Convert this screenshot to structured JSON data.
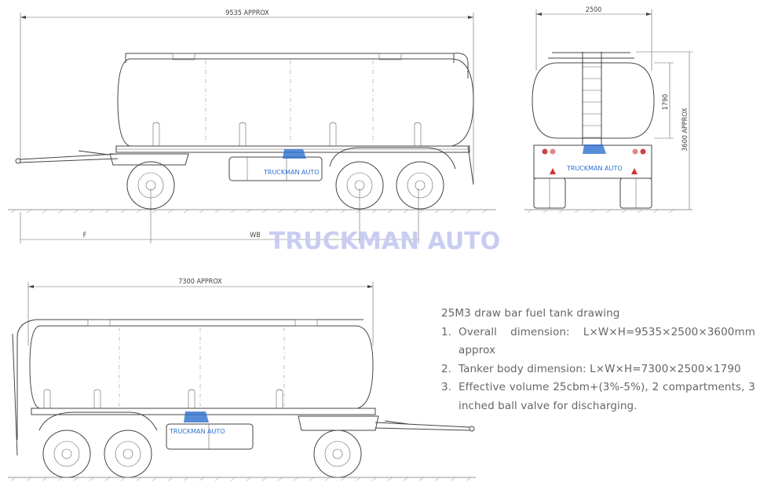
{
  "side_view": {
    "overall_length_label": "9535 APPROX",
    "front_label": "F",
    "wheelbase_label": "WB",
    "logo_text": "TRUCKMAN AUTO"
  },
  "rear_view": {
    "width_label": "2500",
    "tank_height_label": "1790",
    "overall_height_label": "3600 APPROX",
    "logo_text": "TRUCKMAN AUTO"
  },
  "lower_view": {
    "body_length_label": "7300 APPROX",
    "logo_text": "TRUCKMAN AUTO"
  },
  "watermark": "TRUCKMAN AUTO",
  "notes": {
    "title": "25M3 draw bar fuel tank drawing",
    "items": [
      {
        "num": "1.",
        "text": "Overall dimension: L×W×H=9535×2500×3600mm approx"
      },
      {
        "num": "2.",
        "text": "Tanker body dimension: L×W×H=7300×2500×1790"
      },
      {
        "num": "3.",
        "text": "Effective volume 25cbm+(3%-5%), 2 compartments, 3 inched ball valve for discharging."
      }
    ]
  },
  "colors": {
    "line": "#444444",
    "watermark": "#c9cdf2",
    "logo": "#2d6fd0"
  }
}
